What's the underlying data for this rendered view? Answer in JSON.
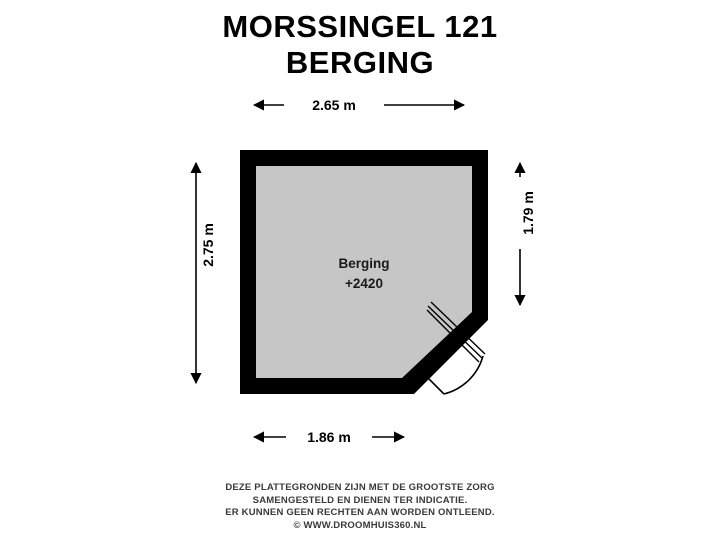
{
  "header": {
    "title": "MORSSINGEL 121",
    "subtitle": "BERGING"
  },
  "floorplan": {
    "room": {
      "name": "Berging",
      "level": "+2420"
    },
    "dimensions": {
      "top": "2.65 m",
      "bottom": "1.86 m",
      "left": "2.75 m",
      "right": "1.79 m"
    },
    "colors": {
      "wall": "#000000",
      "room_fill": "#c6c6c6",
      "text": "#1a1a1a"
    }
  },
  "footer": {
    "line1": "DEZE PLATTEGRONDEN ZIJN MET DE GROOTSTE ZORG",
    "line2": "SAMENGESTELD EN DIENEN TER INDICATIE.",
    "line3": "ER KUNNEN GEEN RECHTEN AAN WORDEN ONTLEEND.",
    "line4": "© WWW.DROOMHUIS360.NL"
  }
}
